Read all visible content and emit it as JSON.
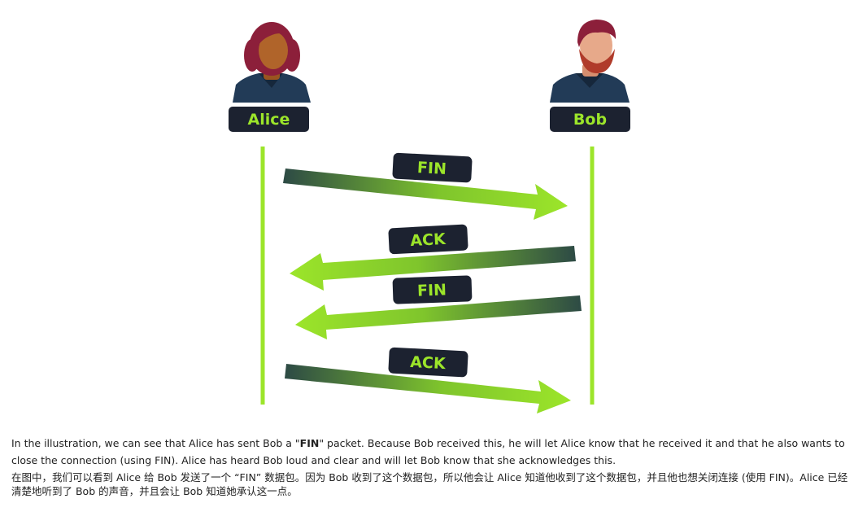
{
  "actors": {
    "alice": {
      "name": "Alice"
    },
    "bob": {
      "name": "Bob"
    }
  },
  "messages": [
    {
      "label": "FIN",
      "from": "Alice",
      "to": "Bob"
    },
    {
      "label": "ACK",
      "from": "Bob",
      "to": "Alice"
    },
    {
      "label": "FIN",
      "from": "Bob",
      "to": "Alice"
    },
    {
      "label": "ACK",
      "from": "Alice",
      "to": "Bob"
    }
  ],
  "colors": {
    "accent_green": "#9ce52a",
    "arrow_dark": "#2d4a45",
    "badge_bg": "#1c2230",
    "text": "#222222"
  },
  "caption": {
    "en_before": "In the illustration, we can see that Alice has sent Bob a \"",
    "en_bold": "FIN",
    "en_after": "\" packet. Because Bob received this, he will let Alice know that he received it and that he also wants to close the connection (using FIN). Alice has heard Bob loud and clear and will let Bob know that she acknowledges this.",
    "zh": "在图中，我们可以看到 Alice 给 Bob 发送了一个 “FIN” 数据包。因为 Bob 收到了这个数据包，所以他会让 Alice 知道他收到了这个数据包，并且他也想关闭连接 (使用 FIN)。Alice 已经清楚地听到了 Bob 的声音，并且会让 Bob 知道她承认这一点。"
  }
}
